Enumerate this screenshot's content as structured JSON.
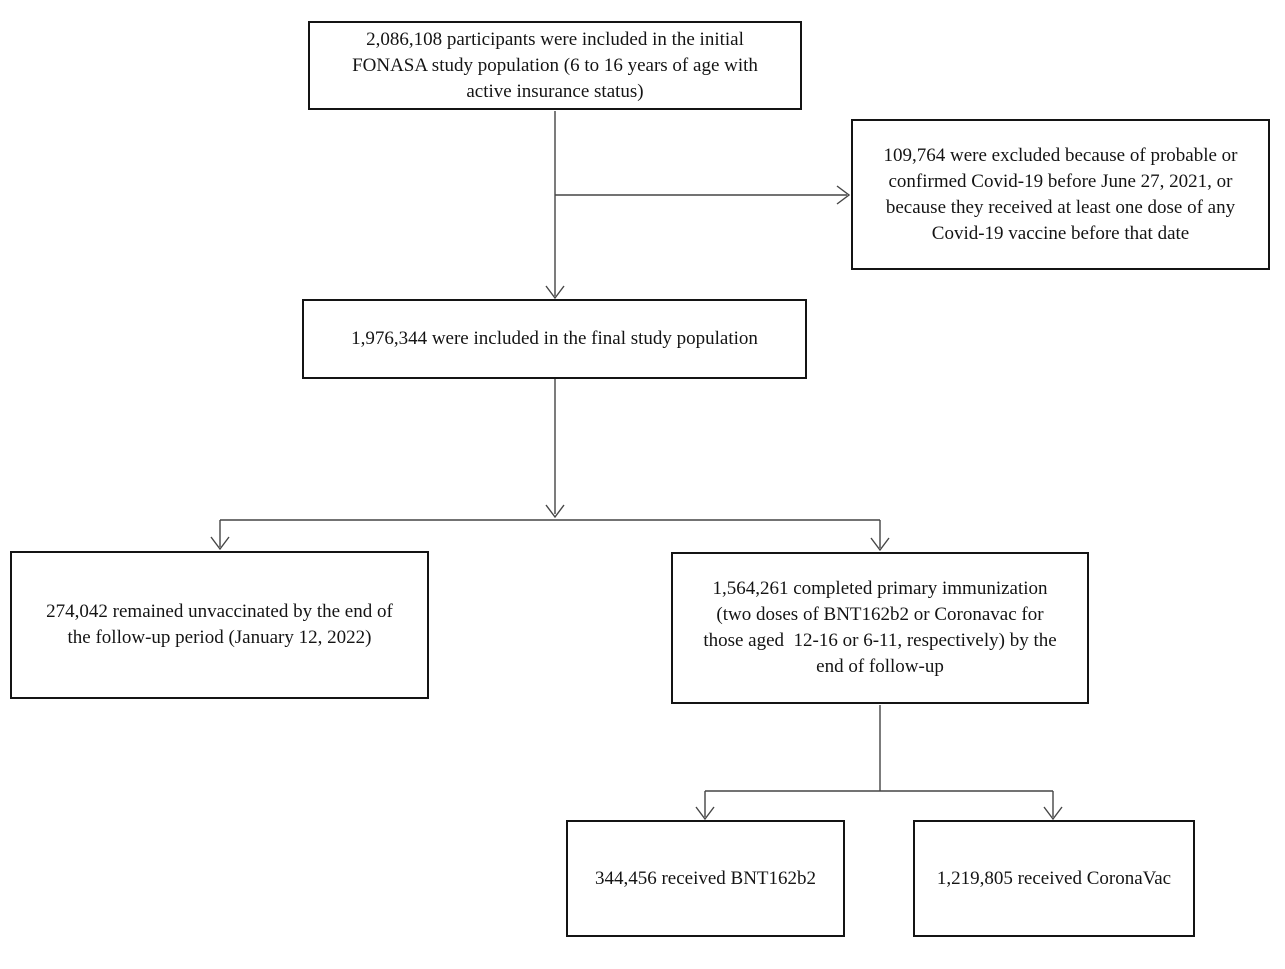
{
  "diagram": {
    "type": "flowchart",
    "description_colors": {
      "background": "#ffffff",
      "box_border": "#141414",
      "connector_line": "#454545",
      "text": "#141414"
    },
    "nodes": {
      "initial_population": {
        "count": "2,086,108",
        "text": "2,086,108 participants were included in the initial\nFONASA study population (6 to 16 years of age with\nactive insurance status)"
      },
      "excluded": {
        "count": "109,764",
        "text": "109,764 were excluded because of probable or\nconfirmed Covid-19 before June 27, 2021, or\nbecause they received at least one dose of any\nCovid-19 vaccine before that date"
      },
      "final_population": {
        "count": "1,976,344",
        "text": "1,976,344 were included in the final study population"
      },
      "unvaccinated": {
        "count": "274,042",
        "text": "274,042 remained unvaccinated by the end of\nthe follow-up period (January 12, 2022)"
      },
      "primary_immunization": {
        "count": "1,564,261",
        "text": "1,564,261 completed primary immunization\n(two doses of BNT162b2 or Coronavac for\nthose aged  12-16 or 6-11, respectively) by the\nend of follow-up"
      },
      "bnt162b2": {
        "count": "344,456",
        "text": "344,456 received BNT162b2"
      },
      "coronavac": {
        "count": "1,219,805",
        "text": "1,219,805 received CoronaVac"
      }
    },
    "edges": [
      {
        "from": "initial_population",
        "to": "excluded"
      },
      {
        "from": "initial_population",
        "to": "final_population"
      },
      {
        "from": "final_population",
        "to": "unvaccinated"
      },
      {
        "from": "final_population",
        "to": "primary_immunization"
      },
      {
        "from": "primary_immunization",
        "to": "bnt162b2"
      },
      {
        "from": "primary_immunization",
        "to": "coronavac"
      }
    ]
  }
}
